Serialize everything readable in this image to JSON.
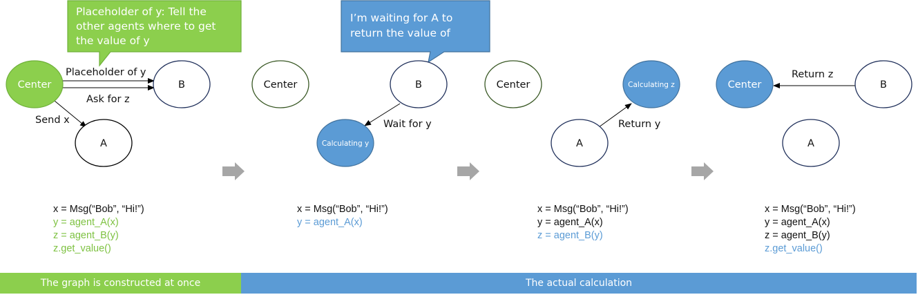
{
  "colors": {
    "green": "#8ccf4d",
    "green_dark": "#6fb03a",
    "blue": "#5b9bd5",
    "blue_dark": "#41719c",
    "navy": "#1f2f5a",
    "dark_green": "#385723",
    "arrow_gray": "#a6a6a6"
  },
  "panel1": {
    "callout": "Placeholder of y: Tell the other agents where to get the value of y",
    "nodes": {
      "center": "Center",
      "b": "B",
      "a": "A"
    },
    "edges": {
      "placeholder": "Placeholder of y",
      "ask": "Ask for z",
      "send": "Send x"
    },
    "code": [
      "x = Msg(“Bob”, “Hi!”)",
      "y = agent_A(x)",
      "z = agent_B(y)",
      "z.get_value()"
    ]
  },
  "panel2": {
    "callout": "I’m waiting for A to return the value of y!",
    "nodes": {
      "center": "Center",
      "b": "B",
      "calc": "Calculating y"
    },
    "edges": {
      "wait": "Wait for y"
    },
    "code": [
      "x = Msg(“Bob”, “Hi!”)",
      "y = agent_A(x)"
    ]
  },
  "panel3": {
    "nodes": {
      "center": "Center",
      "calc": "Calculating z",
      "a": "A"
    },
    "edges": {
      "return": "Return y"
    },
    "code": [
      "x = Msg(“Bob”, “Hi!”)",
      "y = agent_A(x)",
      "z = agent_B(y)"
    ]
  },
  "panel4": {
    "nodes": {
      "center": "Center",
      "b": "B",
      "a": "A"
    },
    "edges": {
      "return": "Return z"
    },
    "code": [
      "x = Msg(“Bob”, “Hi!”)",
      "y = agent_A(x)",
      "z = agent_B(y)",
      "z.get_value()"
    ]
  },
  "bands": {
    "left": "The graph is constructed at once",
    "right": "The actual calculation"
  }
}
